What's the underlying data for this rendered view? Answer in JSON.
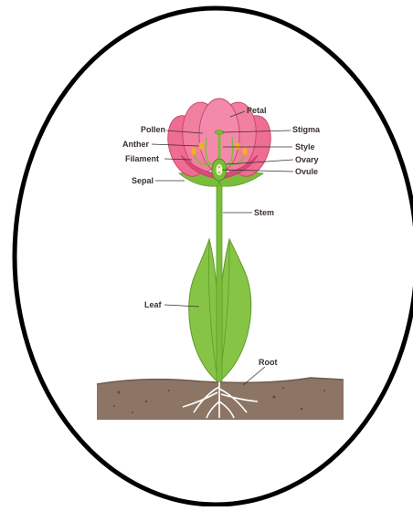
{
  "labels": {
    "petal": "Petal",
    "pollen": "Pollen",
    "stigma": "Stigma",
    "anther": "Anther",
    "style": "Style",
    "filament": "Filament",
    "ovary": "Ovary",
    "ovule": "Ovule",
    "sepal": "Sepal",
    "stem": "Stem",
    "leaf": "Leaf",
    "root": "Root"
  },
  "colors": {
    "frame": "#000000",
    "petal": "#ee6d93",
    "petal_dark": "#d94a79",
    "stem": "#7bbd3a",
    "leaf": "#86c446",
    "soil": "#8d7566",
    "anther": "#f2b21a"
  }
}
